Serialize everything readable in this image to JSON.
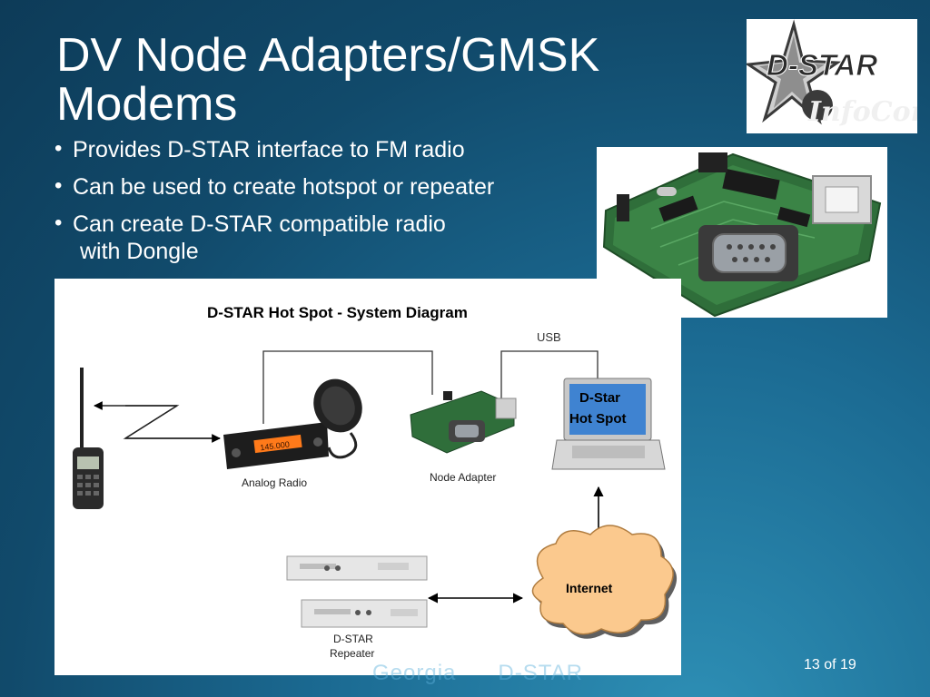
{
  "slide": {
    "title_line1": "DV Node Adapters/GMSK",
    "title_line2": "Modems",
    "bullets": [
      {
        "text": "Provides D-STAR interface to FM radio"
      },
      {
        "text": "Can be used to create hotspot or repeater"
      },
      {
        "text": "Can create D-STAR compatible radio",
        "continuation": "with Dongle"
      }
    ],
    "bullet_glyph": "•",
    "footer": "Georgia      D-STAR",
    "page_number": "13 of 19"
  },
  "logo": {
    "line1": "D-STAR",
    "line2": "InfoCon"
  },
  "diagram": {
    "title": "D-STAR Hot Spot  -  System Diagram",
    "usb_label": "USB",
    "analog_radio_label": "Analog Radio",
    "node_adapter_label": "Node Adapter",
    "laptop_screen_line1": "D-Star",
    "laptop_screen_line2": "Hot Spot",
    "internet_label": "Internet",
    "repeater_label_line1": "D-STAR",
    "repeater_label_line2": "Repeater",
    "mobile_radio_display": "145.000"
  },
  "colors": {
    "background_dark": "#0d3b58",
    "background_light": "#2e90b6",
    "cloud_fill": "#fbc98e",
    "laptop_screen": "#3f83d1",
    "pcb_green": "#2f6e3a",
    "radio_display": "#ff7a1a"
  },
  "icons": [
    "handheld-radio-icon",
    "lightning-zigzag-icon",
    "mobile-radio-icon",
    "microphone-icon",
    "node-adapter-board-icon",
    "laptop-icon",
    "internet-cloud-icon",
    "repeater-rack-icon",
    "dstar-star-logo-icon"
  ]
}
